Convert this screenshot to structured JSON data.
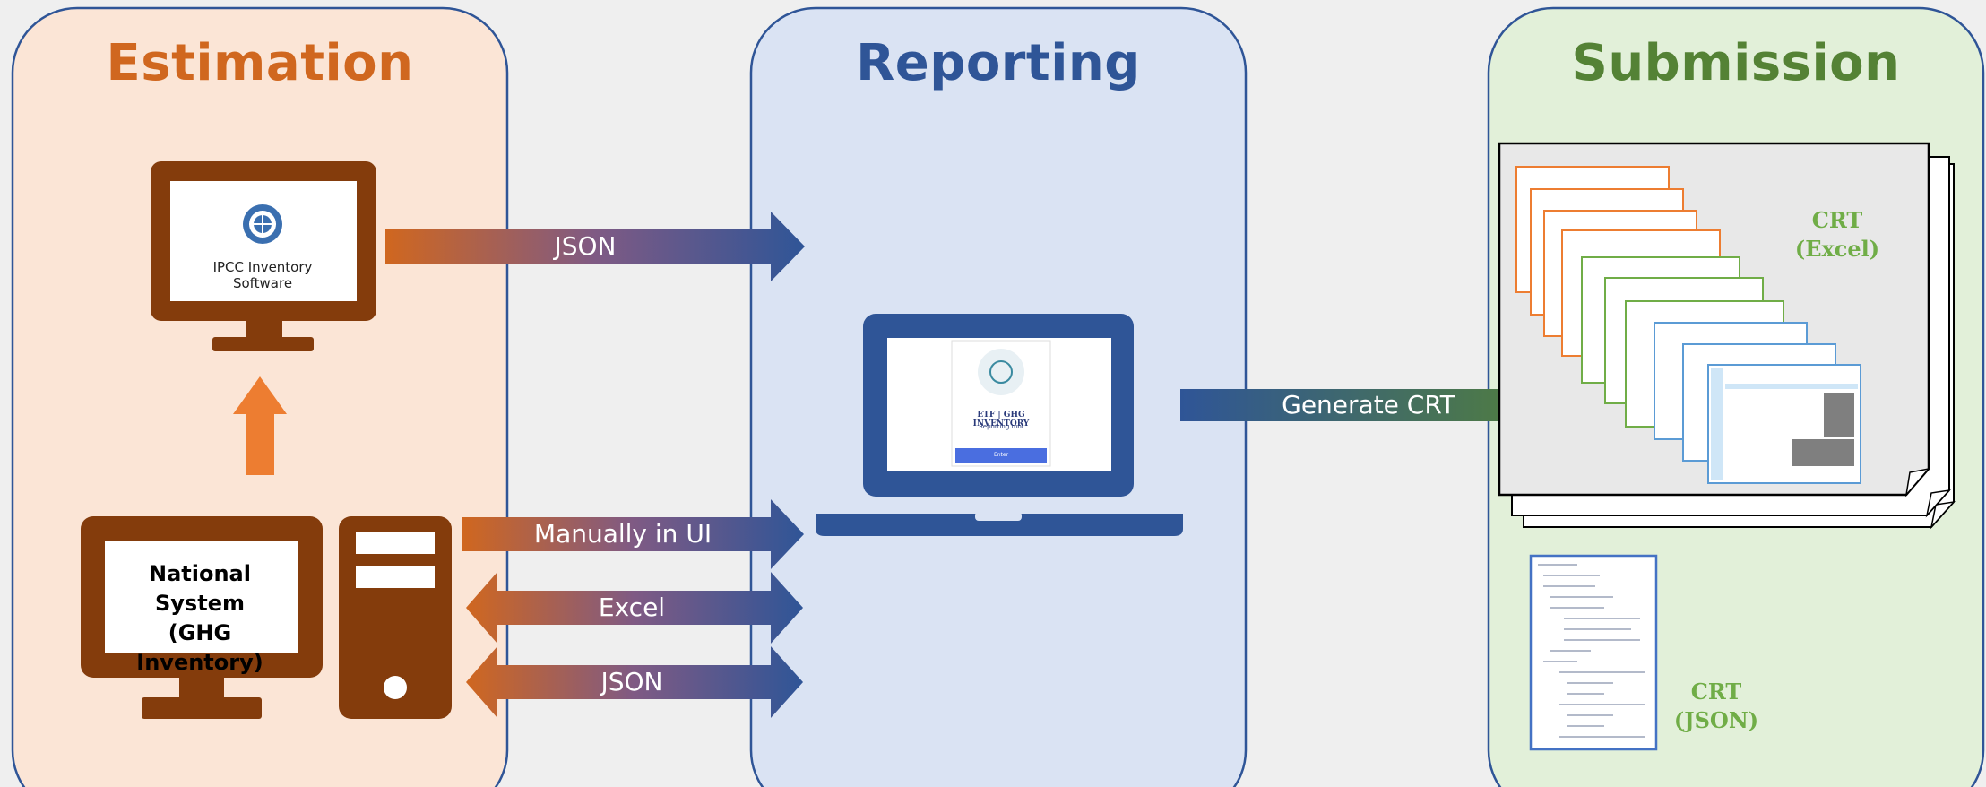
{
  "panels": {
    "estimation": {
      "title": "Estimation",
      "color": "#d0671f",
      "bg": "#fbe5d6"
    },
    "reporting": {
      "title": "Reporting",
      "color": "#2f5597",
      "bg": "#dae3f3"
    },
    "submission": {
      "title": "Submission",
      "color": "#548235",
      "bg": "#e2f0d9"
    }
  },
  "ipcc": {
    "label": "IPCC Inventory Software",
    "icon": "un-emblem-icon"
  },
  "national_system": {
    "line1": "National System",
    "line2": "(GHG Inventory)"
  },
  "arrows": {
    "json_top": "JSON",
    "manual": "Manually in UI",
    "excel": "Excel",
    "json_bottom": "JSON",
    "generate": "Generate CRT"
  },
  "etf_app": {
    "title": "ETF | GHG INVENTORY",
    "subtitle": "Reporting tool",
    "button": "Enter"
  },
  "crt_excel": {
    "line1": "CRT",
    "line2": "(Excel)"
  },
  "crt_json": {
    "line1": "CRT",
    "line2": "(JSON)"
  },
  "colors": {
    "brown": "#843c0c",
    "orange": "#ed7d31",
    "blue": "#2f5597",
    "green": "#548235"
  }
}
